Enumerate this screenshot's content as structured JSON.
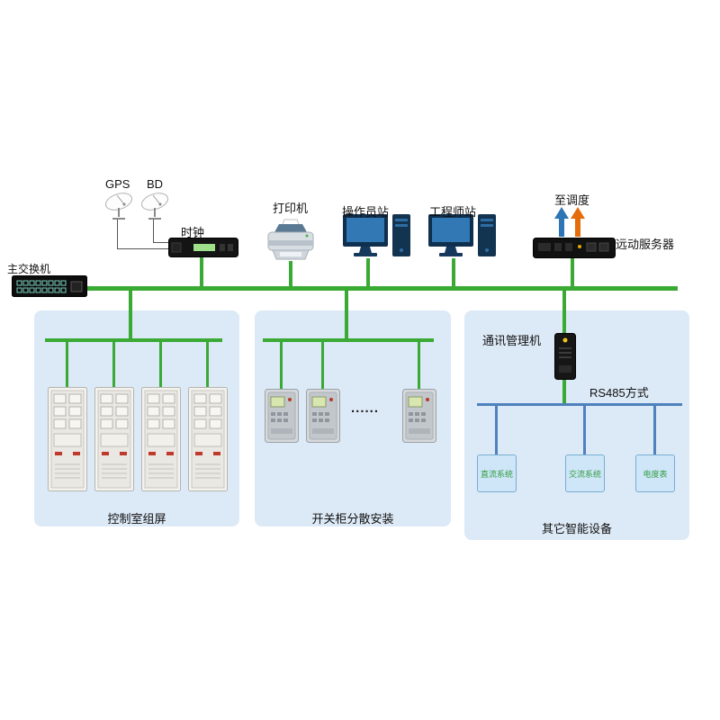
{
  "diagram": {
    "labels": {
      "gps": "GPS",
      "bd": "BD",
      "clock": "时钟",
      "printer": "打印机",
      "operator_station": "操作员站",
      "engineer_station": "工程师站",
      "to_dispatch": "至调度",
      "remote_server": "远动服务器",
      "main_switch": "主交换机",
      "comm_manager": "通讯管理机",
      "rs485": "RS485方式",
      "ellipsis": "......"
    },
    "panels": [
      {
        "label": "控制室组屏"
      },
      {
        "label": "开关柜分散安装"
      },
      {
        "label": "其它智能设备"
      }
    ],
    "rs485_devices": [
      {
        "label": "直流系统"
      },
      {
        "label": "交流系统"
      },
      {
        "label": "电度表"
      }
    ],
    "colors": {
      "bus_green": "#3aaa35",
      "bus_blue": "#4f81bd",
      "panel_fill": "#dce9f6",
      "arrow_blue": "#2e75b6",
      "arrow_orange": "#e46c0a"
    }
  }
}
